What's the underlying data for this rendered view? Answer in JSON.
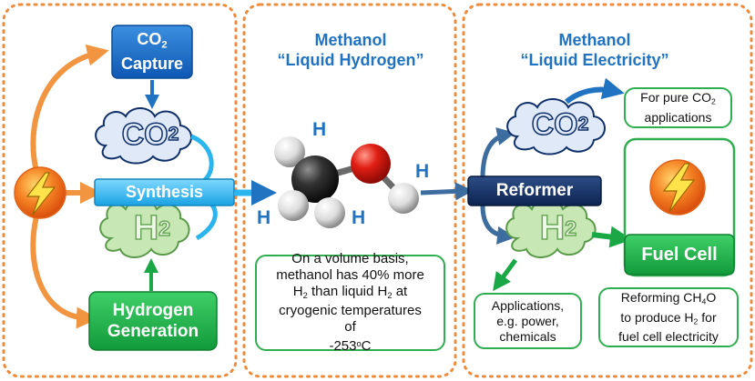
{
  "panel_middle": {
    "title_line1": "Methanol",
    "title_line2": "“Liquid Hydrogen”",
    "info": {
      "line1": "On a volume basis,",
      "line2": "methanol has 40% more",
      "line3_a": "H",
      "line3_sub": "2",
      "line3_b": " than liquid H",
      "line3_sub2": "2",
      "line3_c": " at",
      "line4": "cryogenic temperatures",
      "line5_a": "of",
      "line5_b": "-253",
      "line5_sup": "o",
      "line5_c": "C"
    },
    "atom_labels": [
      "H",
      "H",
      "H",
      "H"
    ]
  },
  "panel_right": {
    "title_line1": "Methanol",
    "title_line2": "“Liquid Electricity”",
    "reformer_label": "Reformer",
    "co2_cloud": {
      "text": "CO",
      "sub": "2"
    },
    "h2_cloud": {
      "text": "H",
      "sub": "2"
    },
    "fuel_cell_label": "Fuel Cell",
    "pure_co2_note": {
      "line1_a": "For pure CO",
      "line1_sub": "2",
      "line2": "applications"
    },
    "applications_note": {
      "line1": "Applications,",
      "line2": "e.g. power,",
      "line3": "chemicals"
    },
    "reforming_note": {
      "line1_a": "Reforming CH",
      "line1_sub": "4",
      "line1_b": "O",
      "line2_a": "to produce H",
      "line2_sub": "2",
      "line2_b": " for",
      "line3": "fuel cell electricity"
    }
  },
  "panel_left": {
    "co2_capture": {
      "line1_a": "CO",
      "line1_sub": "2",
      "line2": "Capture"
    },
    "co2_cloud": {
      "text": "CO",
      "sub": "2"
    },
    "synthesis_label": "Synthesis",
    "h2_cloud": {
      "text": "H",
      "sub": "2"
    },
    "hydrogen_generation": {
      "line1": "Hydrogen",
      "line2": "Generation"
    }
  },
  "colors": {
    "panel_border": "#ee8a3a",
    "title_blue": "#1f73c1",
    "capture_blue": "#1569c7",
    "synthesis_cyan": "#2bb5ee",
    "reformer_navy": "#14305e",
    "green": "#19a845",
    "cloud_blue_fill": "#dfe9f8",
    "cloud_green_fill": "#c7e8b4",
    "orange_arrow": "#f29541"
  },
  "icons": [
    "lightning-icon",
    "methanol-molecule-icon",
    "cloud-icon"
  ]
}
